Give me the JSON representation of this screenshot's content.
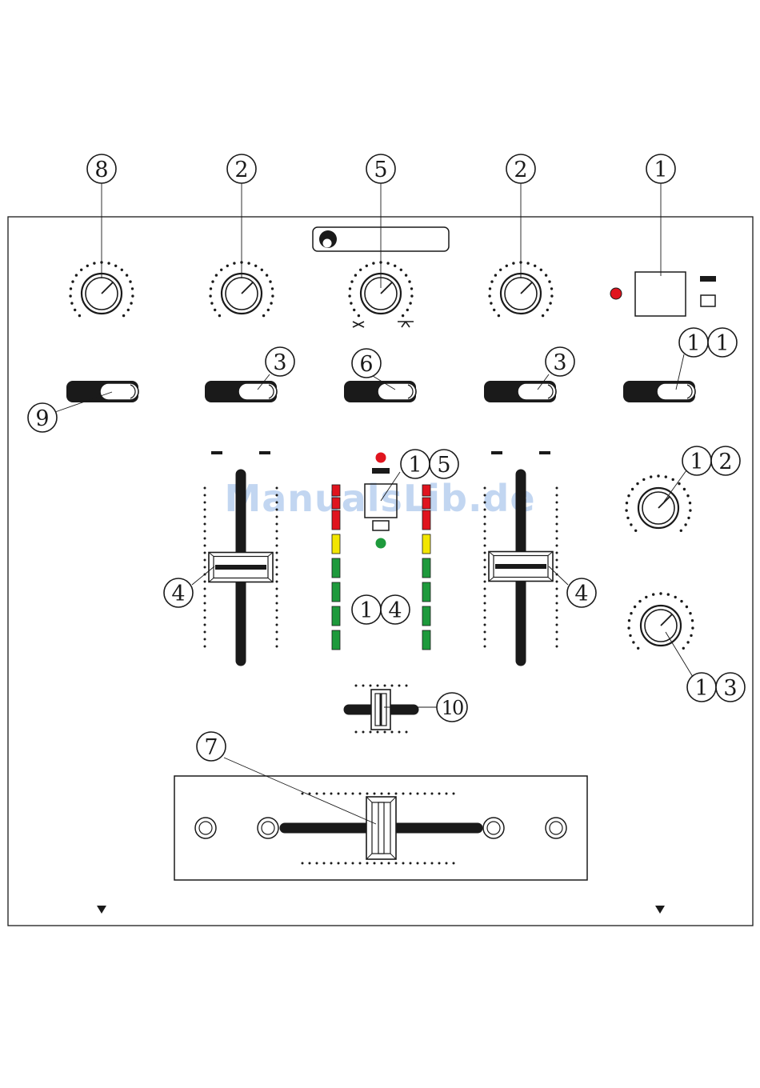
{
  "callouts": {
    "c1": "1",
    "c2a": "2",
    "c2b": "2",
    "c3a": "3",
    "c3b": "3",
    "c4a": "4",
    "c4b": "4",
    "c5": "5",
    "c6": "6",
    "c7": "7",
    "c8": "8",
    "c9": "9",
    "c10": "10",
    "c11": "11",
    "c12": "12",
    "c13": "13",
    "c14": "14",
    "c15": "15"
  },
  "watermark": "ManualsLib.de",
  "colors": {
    "line": "#1a1a1a",
    "led_red": "#e0141e",
    "led_green": "#1e9a3c",
    "meter_red": "#e0141e",
    "meter_yellow": "#f2e600",
    "meter_green": "#1e9a3c",
    "watermark": "#78a5e1"
  },
  "meter": {
    "segments_top_to_bottom": [
      "red",
      "red",
      "yellow",
      "green",
      "green",
      "green",
      "green"
    ]
  },
  "icons": {
    "logo": "half-moon-logo-icon",
    "balance_left": "cross-icon",
    "balance_right": "t-bar-icon",
    "switch_up": "filled-rectangle-icon",
    "switch_down": "outline-rectangle-icon",
    "bottom_markers": "triangle-down-icon"
  }
}
